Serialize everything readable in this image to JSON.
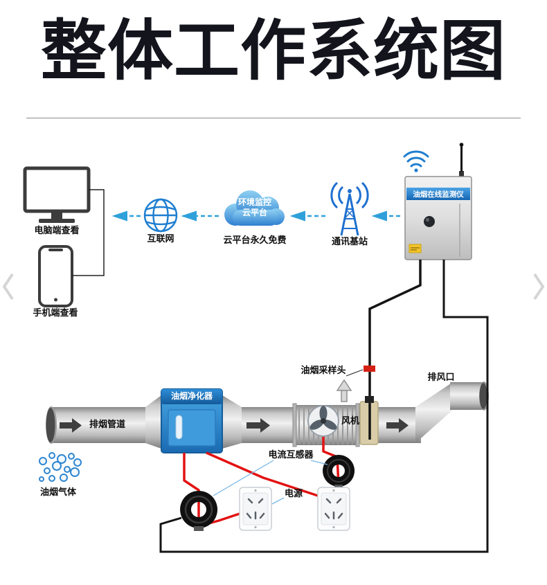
{
  "title": "整体工作系统图",
  "nodes": {
    "computer": {
      "label": "电脑端查看"
    },
    "phone": {
      "label": "手机端查看"
    },
    "internet": {
      "label": "互联网"
    },
    "cloud": {
      "line1": "环境监控",
      "line2": "云平台",
      "caption": "云平台永久免费"
    },
    "base_station": {
      "label": "通讯基站"
    },
    "monitor_device": {
      "label": "油烟在线监测仪"
    },
    "sampling_head": {
      "label": "油烟采样头"
    },
    "exhaust_vent": {
      "label": "排风口"
    },
    "exhaust_duct": {
      "label": "排烟管道"
    },
    "purifier": {
      "label": "油烟净化器"
    },
    "fan": {
      "label": "风机"
    },
    "fume_gas": {
      "label": "油烟气体"
    },
    "current_transformer": {
      "label": "电流互感器"
    },
    "power": {
      "label": "电源"
    }
  },
  "icons": {
    "carousel-prev": "chevron-left",
    "carousel-next": "chevron-right",
    "wifi": "signal-arcs",
    "antenna": "rod-with-tip",
    "globe": "wireframe-globe",
    "cloud": "cloud-shape",
    "base-station": "antenna-tower",
    "fan": "three-blade-propeller"
  },
  "colors": {
    "title_ink": "#14141d",
    "accent_blue": "#1e7ed0",
    "arrow_teal": "#2fa0da",
    "purifier_blue": "#2a8fd4",
    "wire_red": "#e31212",
    "wire_black": "#151515",
    "duct_gray": "#c9c9c9"
  }
}
